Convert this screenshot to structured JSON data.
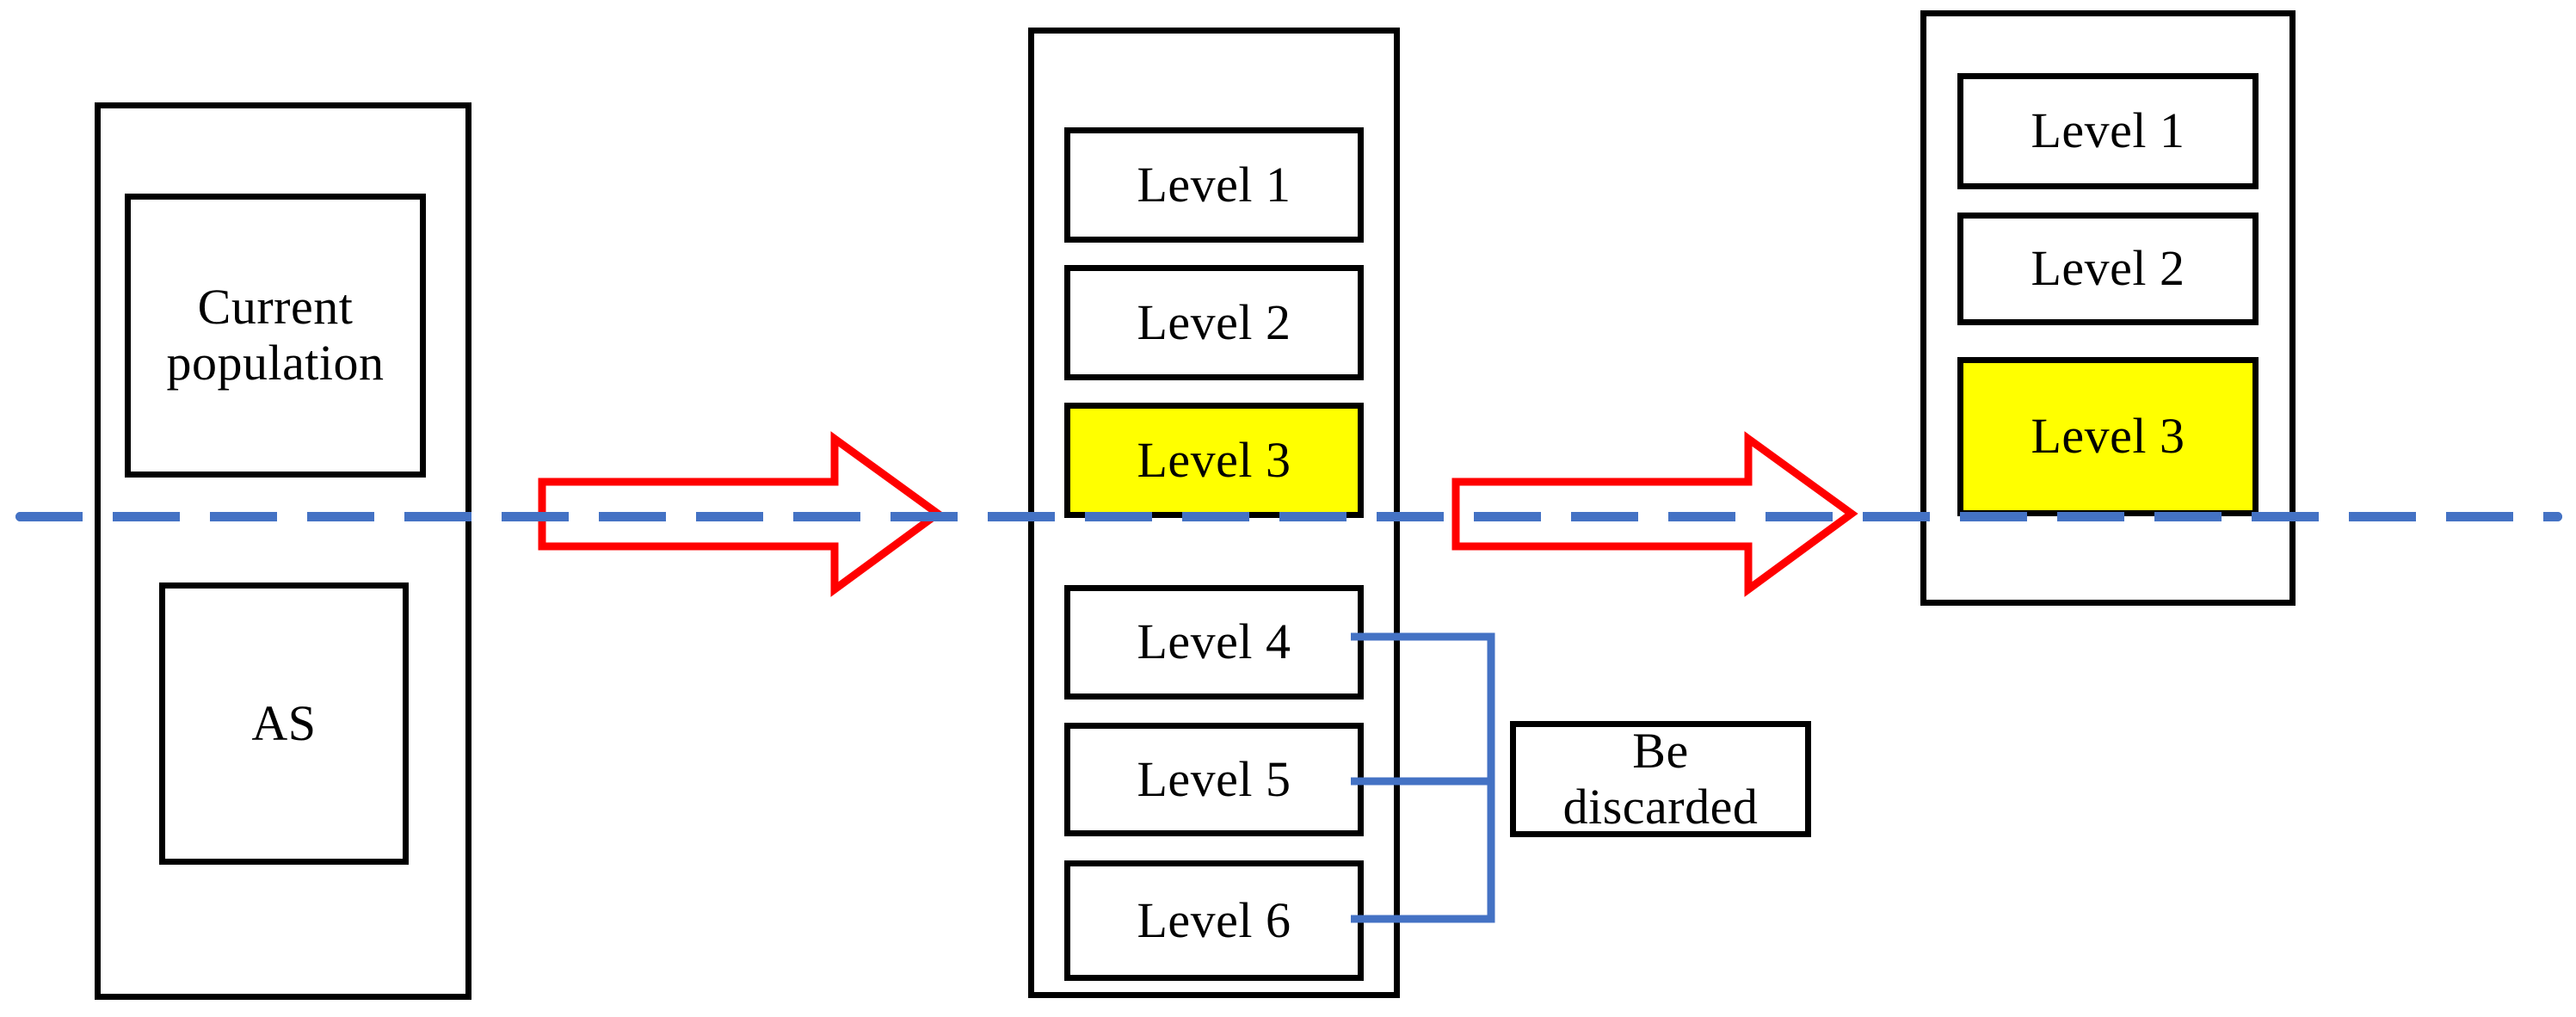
{
  "diagram": {
    "title": "Level selection and pruning diagram",
    "colors": {
      "highlight": "#FFFF00",
      "arrow": "#FF0000",
      "dashed_line": "#4472C4",
      "connector": "#4472C4",
      "outline": "#000000",
      "background": "#FFFFFF"
    }
  },
  "left_panel": {
    "name": "source-panel",
    "boxes": [
      {
        "label": "Current\npopulation",
        "highlight": false
      },
      {
        "label": "AS",
        "highlight": false
      }
    ]
  },
  "middle_panel": {
    "name": "all-levels-panel",
    "boxes": [
      {
        "label": "Level 1",
        "highlight": false
      },
      {
        "label": "Level 2",
        "highlight": false
      },
      {
        "label": "Level 3",
        "highlight": true
      },
      {
        "label": "Level 4",
        "highlight": false
      },
      {
        "label": "Level 5",
        "highlight": false
      },
      {
        "label": "Level 6",
        "highlight": false
      }
    ]
  },
  "right_panel": {
    "name": "retained-levels-panel",
    "boxes": [
      {
        "label": "Level 1",
        "highlight": false
      },
      {
        "label": "Level 2",
        "highlight": false
      },
      {
        "label": "Level 3",
        "highlight": true
      }
    ]
  },
  "callout": {
    "label": "Be\ndiscarded"
  },
  "arrows": [
    {
      "name": "arrow-left-to-middle"
    },
    {
      "name": "arrow-middle-to-right"
    }
  ],
  "dashed_lines": [
    {
      "name": "threshold-line-left"
    },
    {
      "name": "threshold-line-right"
    }
  ]
}
